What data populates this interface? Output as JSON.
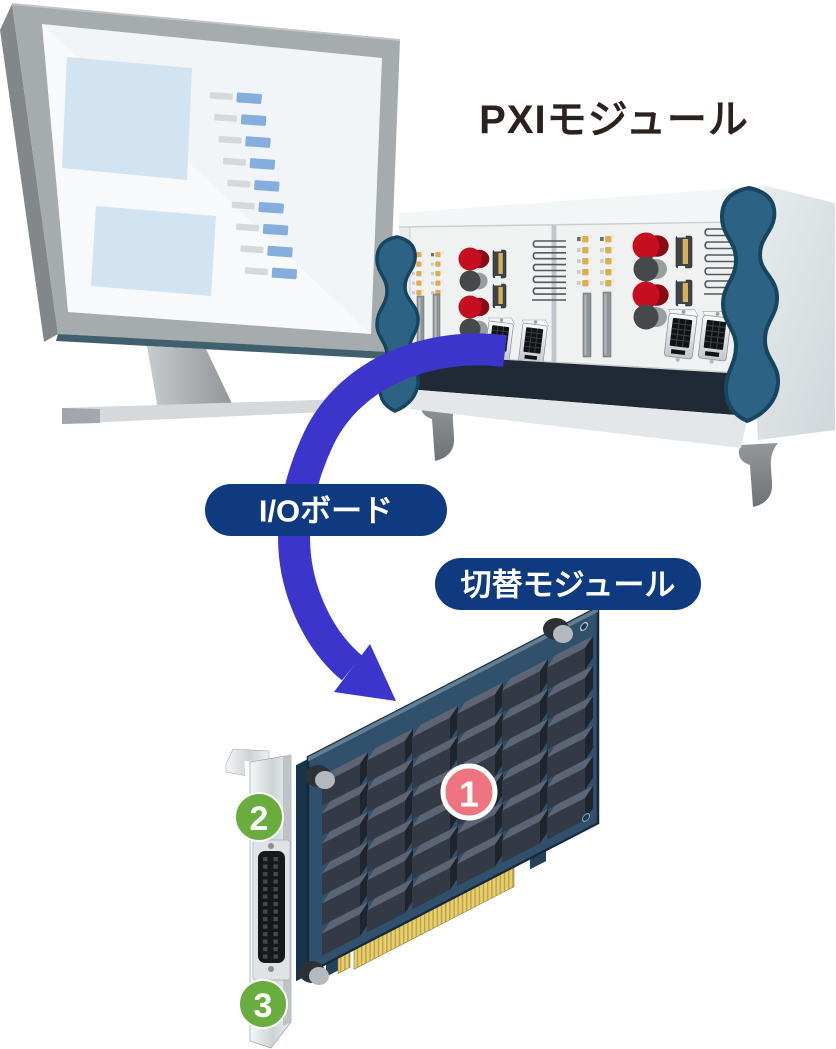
{
  "diagram_title": "PXIモジュール",
  "callouts": {
    "io_board": "I/Oボード",
    "switch_module": "切替モジュール"
  },
  "step_badges": [
    {
      "number": "1",
      "color": "#ee7481"
    },
    {
      "number": "2",
      "color": "#6aad3f"
    },
    {
      "number": "3",
      "color": "#6aad3f"
    }
  ],
  "colors": {
    "callout_bg": "#103a80",
    "callout_text": "#ffffff",
    "arrow": "#3b35cb",
    "chassis_accent": "#2c6385",
    "chassis_accent_dark": "#17455f",
    "chassis_band": "#202a36",
    "board": "#30506b",
    "relay_face": "#343a45",
    "gold": "#e6cf6f",
    "title_text": "#2b221e",
    "screen_bar_blue": "#85aede",
    "screen_bar_gray": "#d6d9db",
    "screen_block": "#d2e3f2"
  },
  "monitor": {
    "screen_list_rows": 9,
    "screen_blocks": 2
  },
  "pxi_chassis": {
    "modules": 2,
    "jacks_per_module": 4,
    "vent_lines": 11
  },
  "switch_board": {
    "relay_grid": {
      "rows": 6,
      "cols": 6
    }
  }
}
